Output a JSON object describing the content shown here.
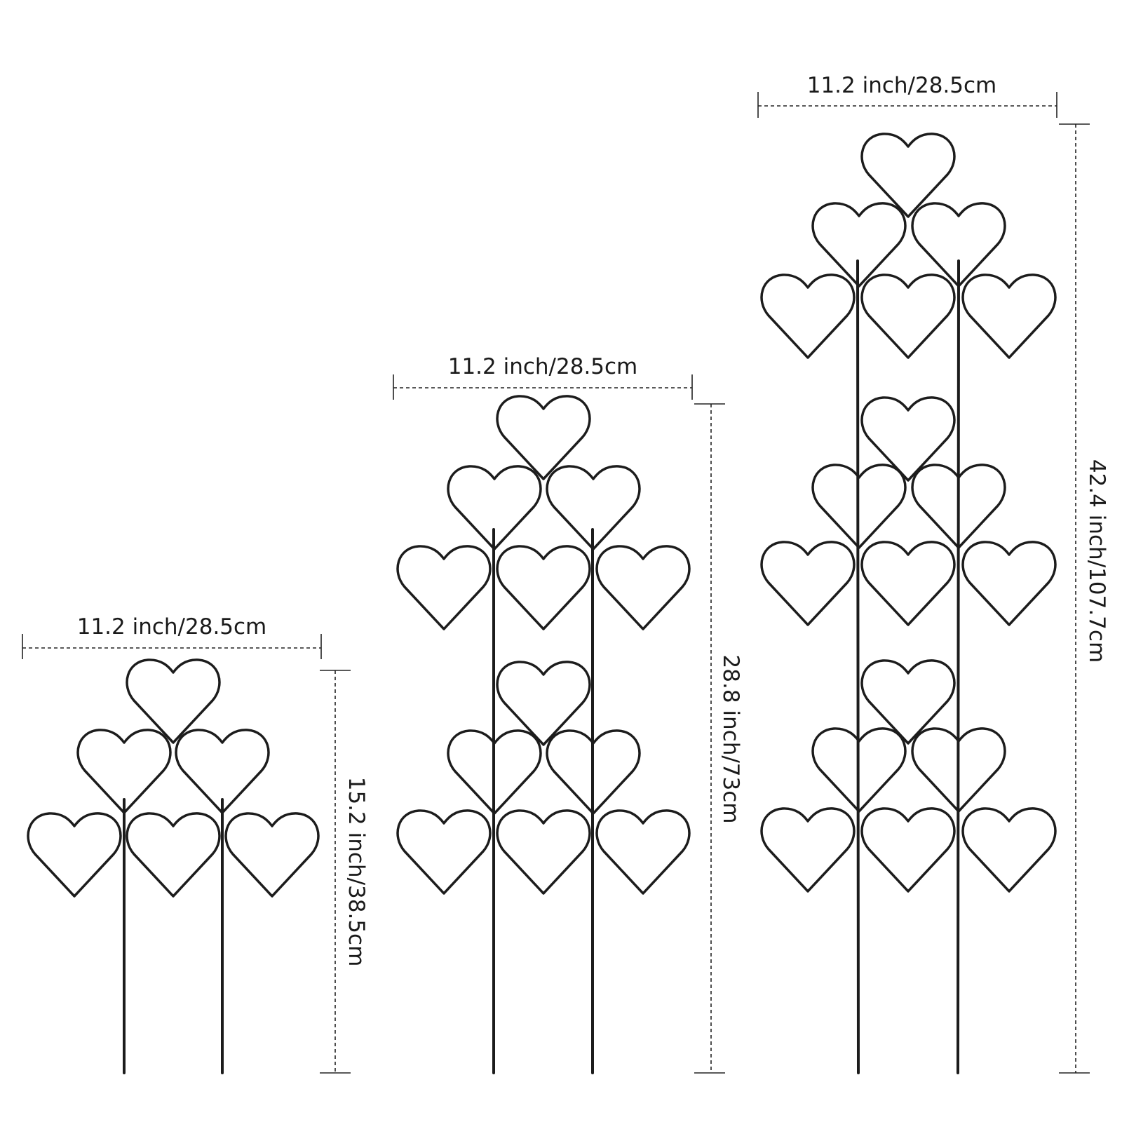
{
  "trellises": [
    {
      "id": "small",
      "width_label": "11.2 inch/28.5cm",
      "height_label": "15.2 inch/38.5cm",
      "heart_tiers": 1
    },
    {
      "id": "medium",
      "width_label": "11.2 inch/28.5cm",
      "height_label": "28.8 inch/73cm",
      "heart_tiers": 2
    },
    {
      "id": "large",
      "width_label": "11.2 inch/28.5cm",
      "height_label": "42.4 inch/107.7cm",
      "heart_tiers": 3
    }
  ],
  "colors": {
    "wire": "#1c1c1c",
    "dimension_line": "#222222",
    "background": "#ffffff"
  },
  "icons": {
    "heart": "heart-icon"
  }
}
